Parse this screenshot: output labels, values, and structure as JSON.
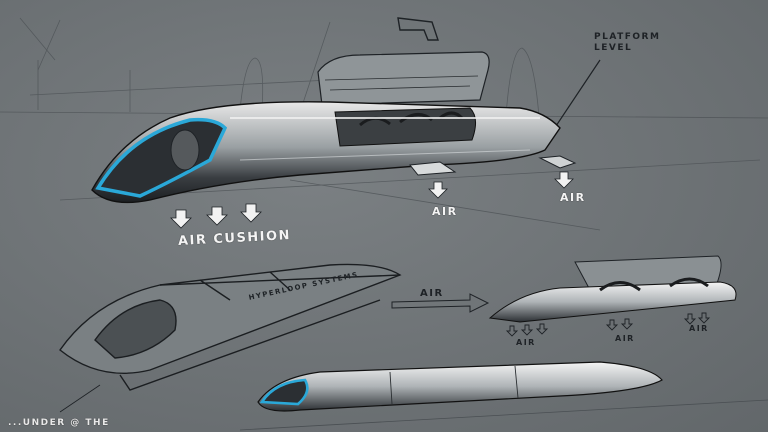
{
  "labels": {
    "air_cushion": "AIR CUSHION",
    "air_1": "AIR",
    "air_2": "AIR",
    "platform_level": "PLATFORM\nLEVEL",
    "air_arrow": "AIR",
    "air_small_1": "AIR",
    "air_small_2": "AIR",
    "air_small_3": "AIR",
    "hyperloop_systems": "HYPERLOOP SYSTEMS",
    "corner_note": "...UNDER @ THE"
  },
  "colors": {
    "background": "#6f7477",
    "accent_blue": "#2aa8d8",
    "ink_dark": "#1e2226",
    "highlight_white": "#f2f2f2"
  }
}
